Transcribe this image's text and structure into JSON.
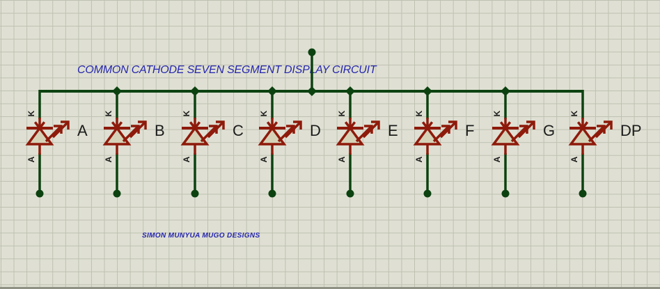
{
  "texts": {
    "title": "COMMON CATHODE SEVEN SEGMENT DISPLAY CIRCUIT",
    "credit": "SIMON MUNYUA MUGO DESIGNS"
  },
  "leds": [
    {
      "name": "A",
      "cathode": "K",
      "anode": "A"
    },
    {
      "name": "B",
      "cathode": "K",
      "anode": "A"
    },
    {
      "name": "C",
      "cathode": "K",
      "anode": "A"
    },
    {
      "name": "D",
      "cathode": "K",
      "anode": "A"
    },
    {
      "name": "E",
      "cathode": "K",
      "anode": "A"
    },
    {
      "name": "F",
      "cathode": "K",
      "anode": "A"
    },
    {
      "name": "G",
      "cathode": "K",
      "anode": "A"
    },
    {
      "name": "DP",
      "cathode": "K",
      "anode": "A"
    }
  ],
  "colors": {
    "background": "#dfe0d3",
    "grid_line": "#bec0b0",
    "wire_green": "#0c4210",
    "component_maroon": "#8e1a0b",
    "led_fill": "#d5d2b8",
    "annotation_blue": "#2525ae",
    "label_black": "#1c1c1c"
  }
}
